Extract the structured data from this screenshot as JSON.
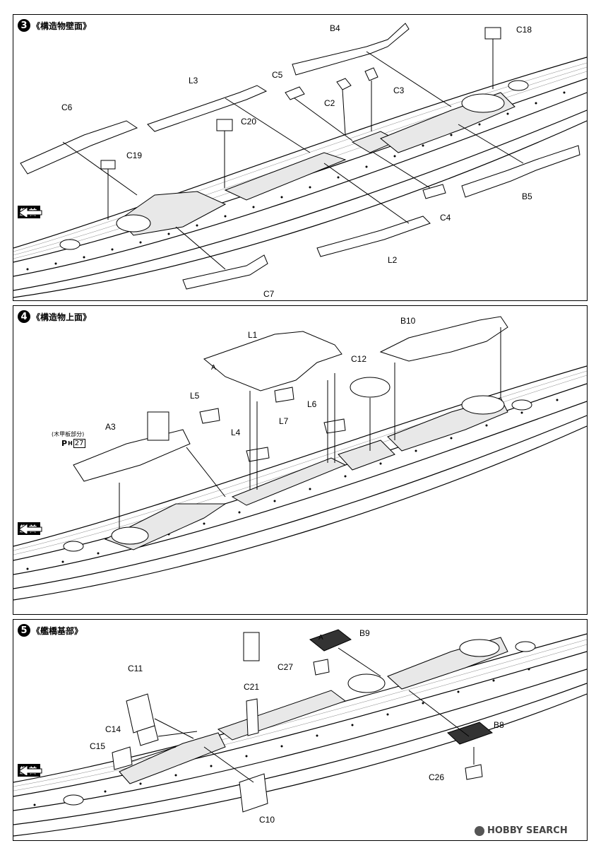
{
  "steps": [
    {
      "num": "3",
      "title": "《構造物壁面》"
    },
    {
      "num": "4",
      "title": "《構造物上面》"
    },
    {
      "num": "5",
      "title": "《艦橋基部》"
    }
  ],
  "bow_label": "艦首",
  "step3_parts": {
    "B4": "B4",
    "C18": "C18",
    "L3": "L3",
    "C5": "C5",
    "C2": "C2",
    "C3": "C3",
    "C6": "C6",
    "C20": "C20",
    "C19": "C19",
    "C4": "C4",
    "B5": "B5",
    "L2": "L2",
    "C7": "C7"
  },
  "step4_parts": {
    "L1": "L1",
    "B10": "B10",
    "C12": "C12",
    "L5": "L5",
    "L7": "L7",
    "L6": "L6",
    "A3": "A3",
    "L4": "L4",
    "A_mark": "A"
  },
  "step4_note": {
    "wood_deck": "(木甲板部分)",
    "ph_prefix": "P",
    "ph_sub": "H",
    "ph_num": "27"
  },
  "step5_parts": {
    "B9": "B9",
    "C27": "C27",
    "C11": "C11",
    "C21": "C21",
    "C14": "C14",
    "C15": "C15",
    "B8": "B8",
    "C26": "C26",
    "C10": "C10",
    "A_mark": "A"
  },
  "watermark": "HOBBY SEARCH"
}
